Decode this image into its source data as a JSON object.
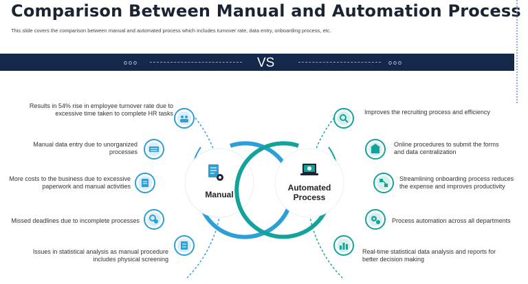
{
  "title": "Comparison Between Manual and Automation Process",
  "subtitle": "This slide covers the comparison between manual and automated process which includes turnover rate, data entry, onboarding process, etc.",
  "vs_bar": {
    "text": "VS",
    "dots_left": "ooo",
    "dots_right": "ooo"
  },
  "manual": {
    "label": "Manual",
    "items": [
      {
        "text": "Results in 54% rise in employee turnover rate due to excessive time taken to complete HR tasks",
        "icon": "employees-icon"
      },
      {
        "text": "Manual data entry due to unorganized processes",
        "icon": "keyboard-icon"
      },
      {
        "text": "More costs to the business due to excessive paperwork and manual activities",
        "icon": "paperwork-icon"
      },
      {
        "text": "Missed deadlines due to incomplete processes",
        "icon": "clock-gear-icon"
      },
      {
        "text": "Issues in statistical analysis as manual procedure includes physical screening",
        "icon": "document-icon"
      }
    ]
  },
  "automated": {
    "label": "Automated Process",
    "items": [
      {
        "text": "Improves the recruiting process and efficiency",
        "icon": "recruit-search-icon"
      },
      {
        "text": "Online procedures to submit the forms and data centralization",
        "icon": "online-forms-icon"
      },
      {
        "text": "Streamlining onboarding process reduces the expense and improves productivity",
        "icon": "process-flow-icon"
      },
      {
        "text": "Process automation across all departments",
        "icon": "gears-icon"
      },
      {
        "text": "Real-time statistical data analysis and reports for better decision making",
        "icon": "analytics-icon"
      }
    ]
  },
  "colors": {
    "navy": "#13284a",
    "manual_blue": "#2c9fd8",
    "auto_teal": "#14a39a",
    "text_dark": "#1b2433"
  }
}
